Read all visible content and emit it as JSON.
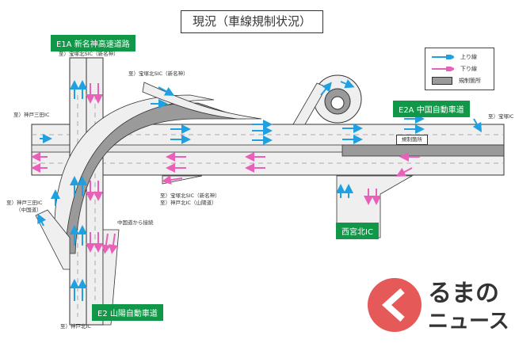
{
  "title": "現況（車線規制状況）",
  "roads": {
    "e1a": "E1A 新名神高速道路",
    "e2a": "E2A 中国自動車道",
    "e2": "E2 山陽自動車道",
    "nishinomiya": "西宮北IC"
  },
  "labels": {
    "to_takarazuka_sic_top": "至）宝塚北SIC（新名神）",
    "to_takarazuka_sic_ramp": "至）宝塚北SIC（新名神）",
    "to_kobe_sanda_ic": "至）神戸三田IC",
    "to_takarazuka_ic": "至）宝塚IC",
    "to_kobe_sanda_chugoku_1": "至）神戸三田IC",
    "to_kobe_sanda_chugoku_2": "（中国道）",
    "from_chugoku": "中国道から接続",
    "to_sic_kobekita_1": "至）宝塚北SIC（新名神）",
    "to_sic_kobekita_2": "至）神戸北IC（山陽道）",
    "to_kobe_kita_ic": "至）神戸北IC",
    "restriction": "規制箇所"
  },
  "legend": {
    "up": "上り線",
    "down": "下り線",
    "restricted": "規制箇所"
  },
  "colors": {
    "up": "#1fa0e0",
    "down": "#e860b8",
    "restricted": "#9a9a9a",
    "road": "#eeeeee",
    "sign": "#109848",
    "logo": "#e03c3c"
  },
  "logo": {
    "line1": "るまの",
    "line2": "ニュース"
  }
}
